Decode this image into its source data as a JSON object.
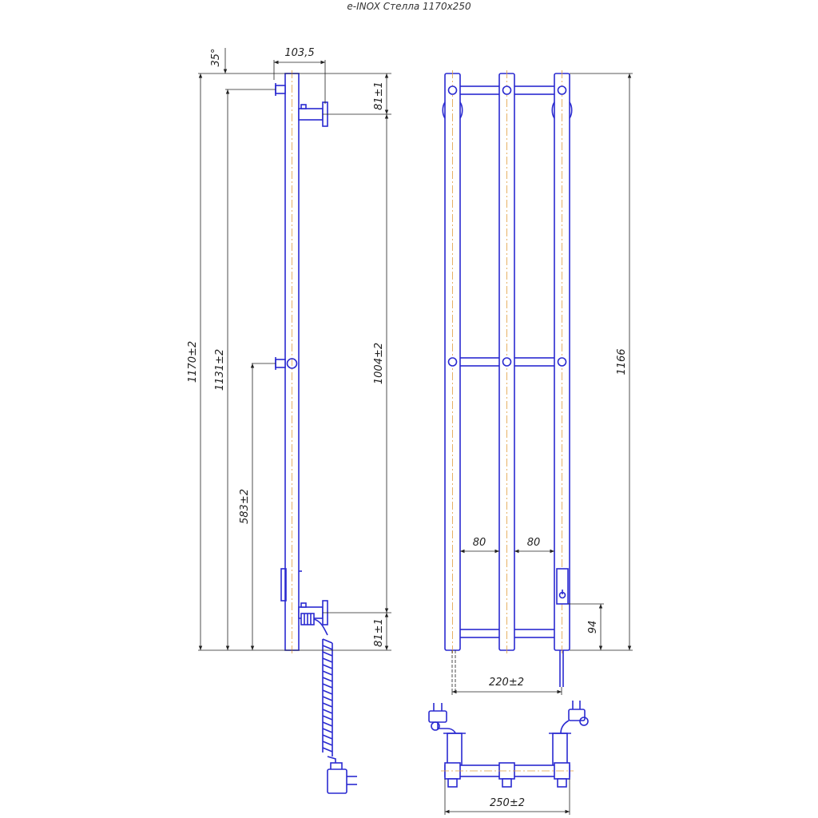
{
  "title": "e-INOX Стелла 1170x250",
  "colors": {
    "part": "#2a2ad0",
    "dim": "#222222",
    "axis": "#e0a040"
  },
  "dims": {
    "angle": "35°",
    "depth": "103,5",
    "top_offset": "81±1",
    "bottom_offset": "81±1",
    "total_height": "1170±2",
    "height_1131": "1131±2",
    "mount_height": "1004±2",
    "mid_height": "583±2",
    "spacing_left": "80",
    "spacing_right": "80",
    "rail_height": "1166",
    "controller_height": "94",
    "pipe_distance": "220±2",
    "total_width": "250±2"
  }
}
